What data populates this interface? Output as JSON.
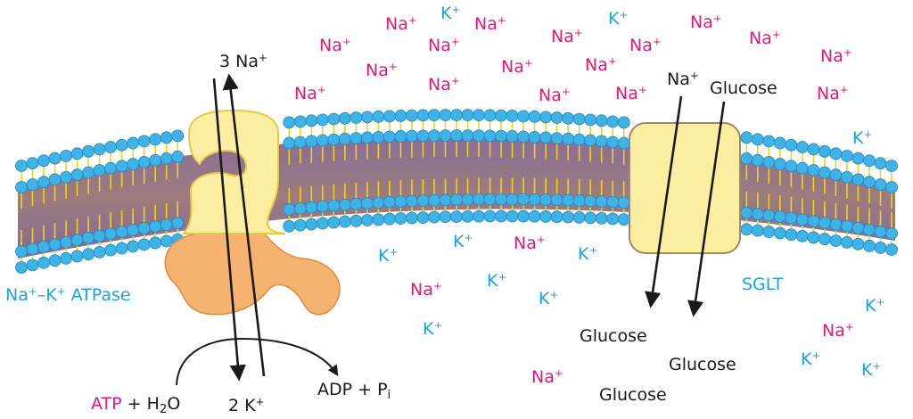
{
  "ion_symbols": {
    "sodium": "Na",
    "potassium": "K",
    "charge": "+"
  },
  "pump": {
    "label_na": "Na",
    "label_sep": "–",
    "label_k": "K",
    "label_rest": "ATPase",
    "na_out_count": "3",
    "k_in_count": "2",
    "atp": "ATP",
    "water_pre": "+ H",
    "water_sub": "2",
    "water_post": "O",
    "adp_text": "ADP + P",
    "pi_sub": "i"
  },
  "sglt": {
    "label": "SGLT",
    "na_in": "Na",
    "glucose_in": "Glucose"
  },
  "glucose_label": "Glucose",
  "colors": {
    "sodium": "#e0177d",
    "potassium": "#1aa3e0",
    "membrane_heads": "#3fb2e6",
    "membrane_core": "#8c6a8c",
    "tails": "#f2d219",
    "protein_yellow": "#fbeea0",
    "protein_orange": "#f6b270",
    "text": "#1a1a1a"
  }
}
